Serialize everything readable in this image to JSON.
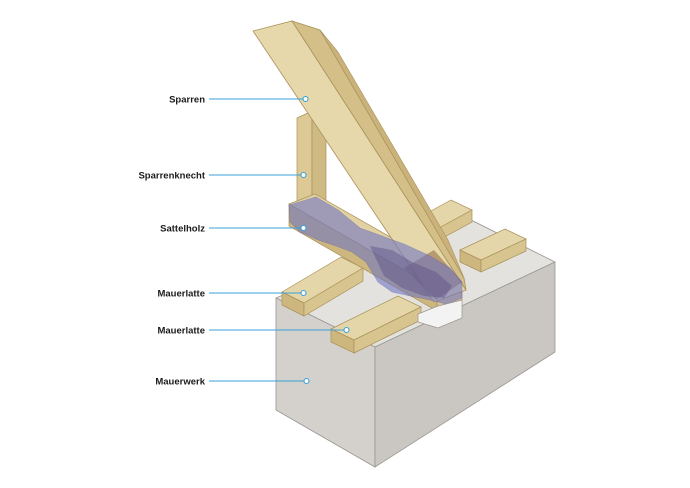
{
  "labels": {
    "sparren": "Sparren",
    "sparrenknecht": "Sparrenknecht",
    "sattelholz": "Sattelholz",
    "mauerlatte_1": "Mauerlatte",
    "mauerlatte_2": "Mauerlatte",
    "mauerwerk": "Mauerwerk"
  },
  "colors": {
    "wood_top": "#e3d3a6",
    "wood_side": "#d4bf8a",
    "wood_dark": "#c4ad72",
    "wood_outline": "#a8925a",
    "masonry_front": "#d4d1cc",
    "masonry_side": "#c9c6c1",
    "masonry_top": "#e4e2de",
    "masonry_outline": "#9a9690",
    "damage_overlay": "#6f74c4",
    "leader_line": "#3aa0d8"
  }
}
